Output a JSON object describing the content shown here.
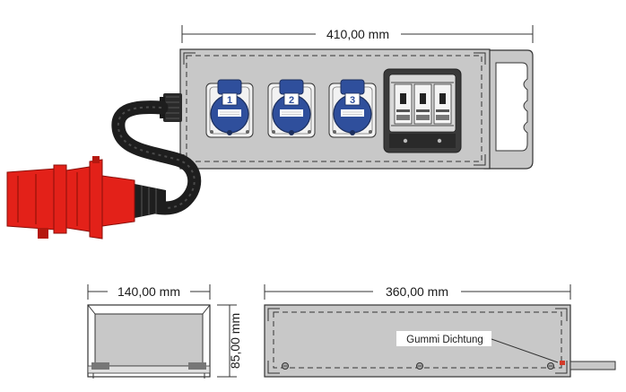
{
  "dimensions": {
    "top_width": "410,00 mm",
    "side_width": "140,00 mm",
    "side_height": "85,00 mm",
    "bottom_length": "360,00 mm"
  },
  "callouts": {
    "gasket": "Gummi Dichtung"
  },
  "socket_numbers": [
    "1",
    "2",
    "3"
  ],
  "colors": {
    "panel": "#c8c8c8",
    "socket_blue": "#2f4f9c",
    "plug_red": "#e32119",
    "cable": "#1e1e1e",
    "breaker_box": "#3a3a3a"
  }
}
